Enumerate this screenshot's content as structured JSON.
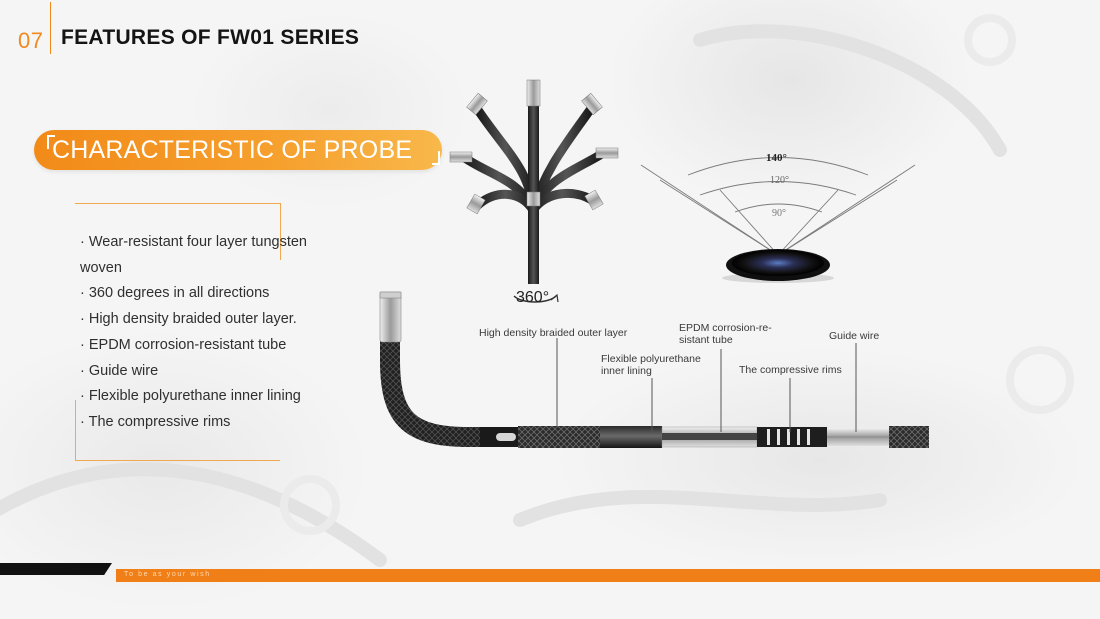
{
  "header": {
    "slide_number": "07",
    "title": "FEATURES OF FW01 SERIES"
  },
  "section": {
    "heading": "CHARACTERISTIC OF PROBE"
  },
  "features": [
    "· Wear-resistant four layer tungsten woven",
    "· 360 degrees in all directions",
    "· High density braided outer layer.",
    "· EPDM corrosion-resistant tube",
    "· Guide wire",
    "· Flexible polyurethane inner lining",
    "· The compressive rims"
  ],
  "diagram": {
    "rotation_label": "360°",
    "angles": [
      "140°",
      "120°",
      "90°"
    ],
    "callouts": {
      "braided_layer": "High density braided outer layer",
      "epdm_tube_line1": "EPDM corrosion-re-",
      "epdm_tube_line2": "sistant tube",
      "guide_wire": "Guide wire",
      "polyurethane_line1": "Flexible polyurethane",
      "polyurethane_line2": "inner lining",
      "compressive_rims": "The compressive rims"
    }
  },
  "footer": {
    "tagline": "To be as your wish"
  },
  "colors": {
    "accent_orange": "#f08a1c",
    "footer_bar": "#f07f18",
    "footer_dark": "#111111",
    "title_text": "#141414"
  }
}
